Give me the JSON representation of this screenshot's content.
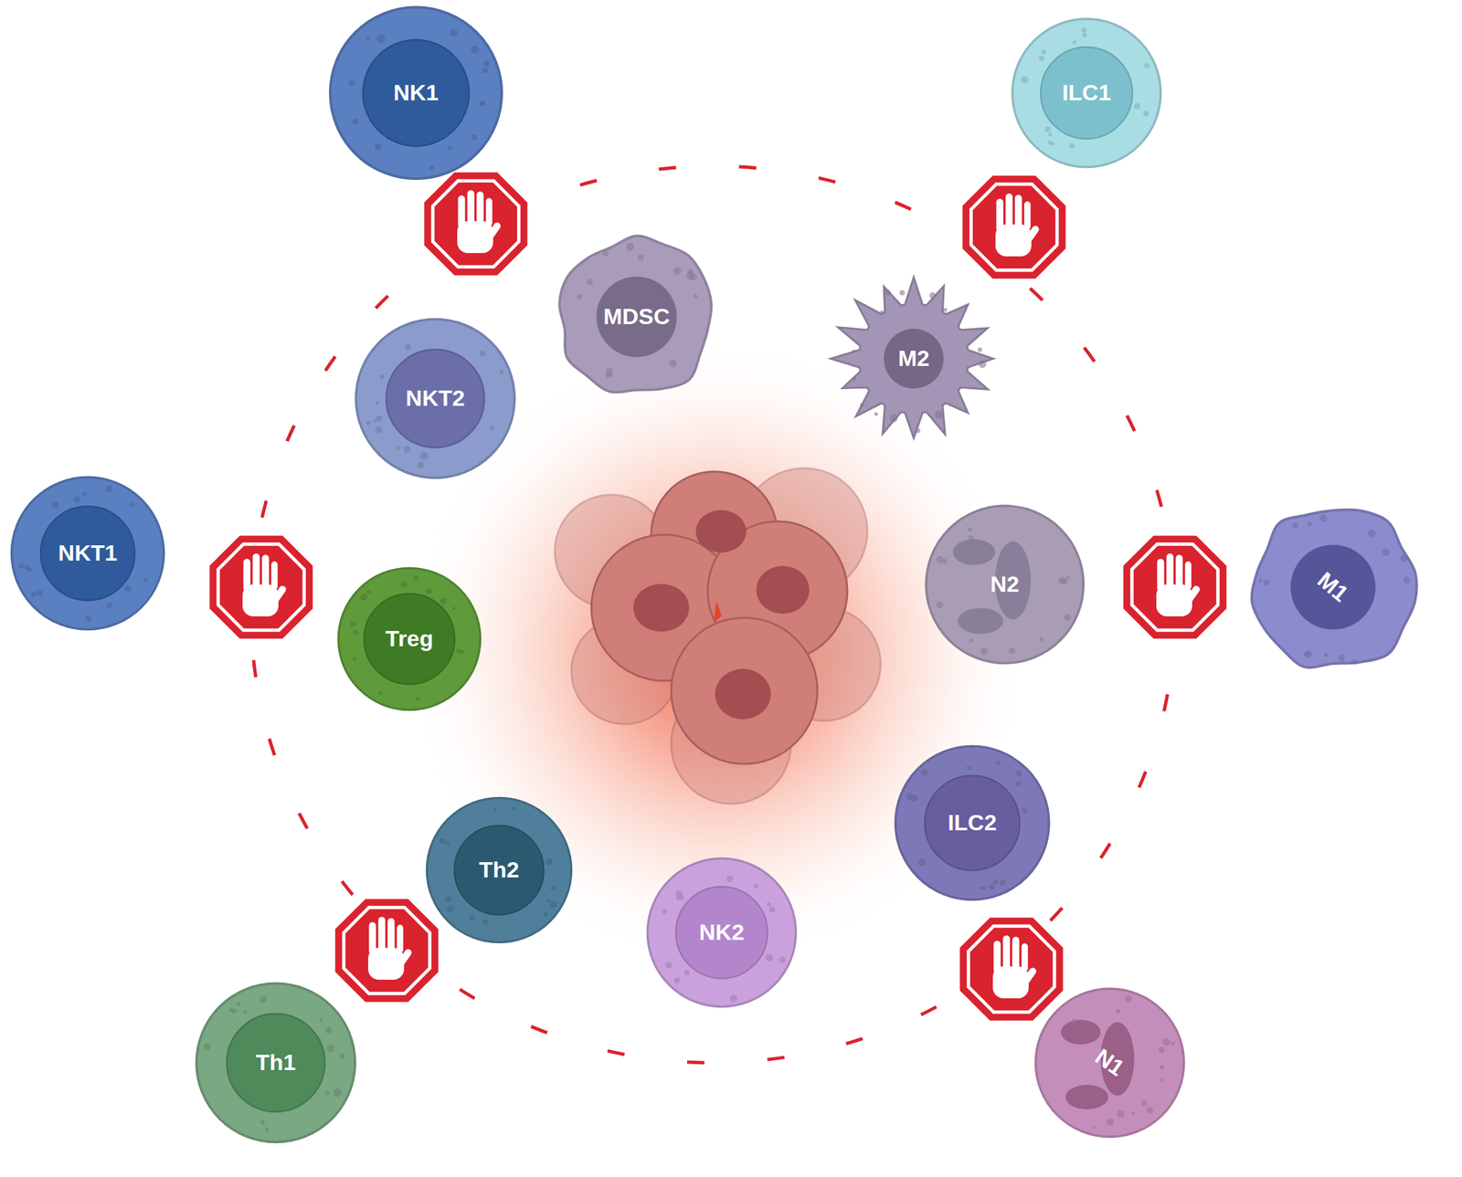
{
  "diagram": {
    "nodes": [
      {
        "text": [
          "NK1"
        ]
      },
      {
        "text": [
          "ILC1"
        ]
      },
      {
        "text": [
          "MDSC"
        ]
      },
      {
        "text": [
          "M2"
        ]
      },
      {
        "text": [
          "NKT2"
        ]
      },
      {
        "text": [
          "NKT1"
        ]
      },
      {
        "text": [
          "N2"
        ]
      },
      {
        "text": [
          "M1"
        ]
      },
      {
        "text": [
          "Treg"
        ]
      },
      {
        "text": [
          "ILC2"
        ]
      },
      {
        "text": [
          "Th2"
        ]
      },
      {
        "text": [
          "NK2"
        ]
      },
      {
        "text": [
          "N1"
        ]
      },
      {
        "text": [
          "Th1"
        ]
      }
    ]
  }
}
